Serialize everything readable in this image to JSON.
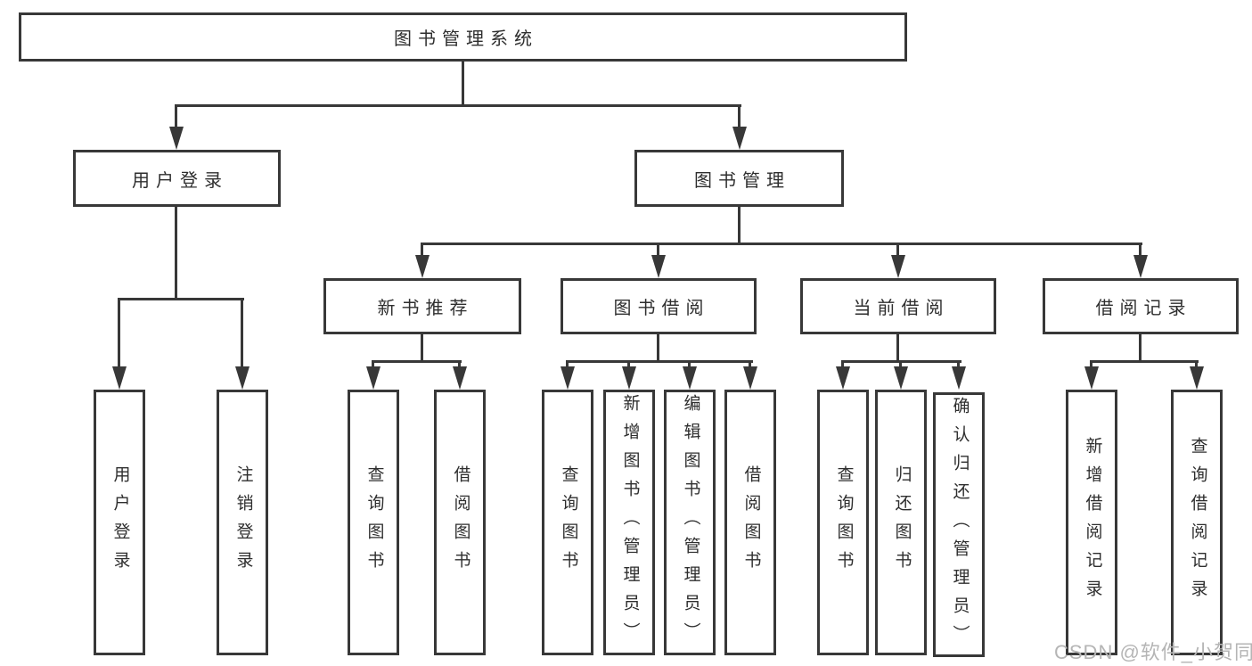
{
  "nodes": {
    "root": "图书管理系统",
    "user_login": "用户登录",
    "book_management": "图书管理",
    "new_book_recommend": "新书推荐",
    "book_borrow": "图书借阅",
    "current_borrow": "当前借阅",
    "borrow_record": "借阅记录"
  },
  "leaves": {
    "user_login": [
      "用户登录",
      "注销登录"
    ],
    "new_book_recommend": [
      "查询图书",
      "借阅图书"
    ],
    "book_borrow": [
      "查询图书",
      "新增图书（管理员）",
      "编辑图书（管理员）",
      "借阅图书"
    ],
    "current_borrow": [
      "查询图书",
      "归还图书",
      "确认归还（管理员）"
    ],
    "borrow_record": [
      "新增借阅记录",
      "查询借阅记录"
    ]
  },
  "watermark": "CSDN @软件_小贺同学",
  "colors": {
    "line": "#383838",
    "text": "#2e2e2e",
    "bg": "#ffffff",
    "wm": "#b5b5b5"
  }
}
